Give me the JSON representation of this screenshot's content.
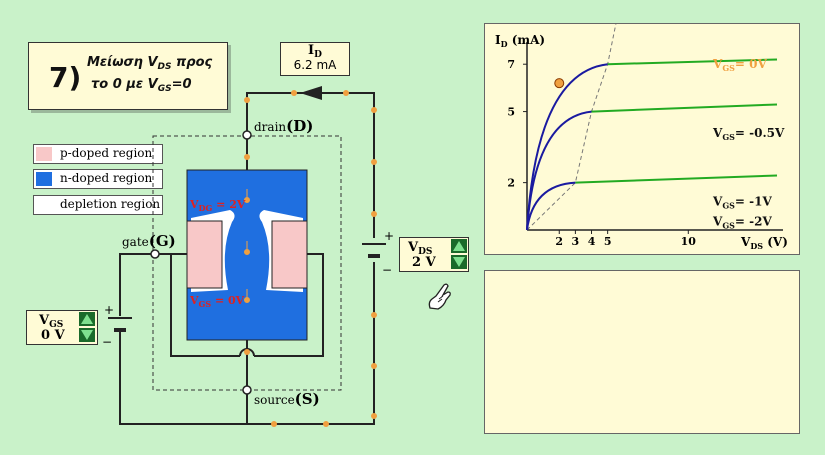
{
  "step": {
    "number": "7)",
    "line1": "Μείωση V",
    "line1_sub": "DS",
    "line1_end": " προς",
    "line2": "το 0 με V",
    "line2_sub": "GS",
    "line2_end": "=0"
  },
  "legend": [
    {
      "label": "p-doped region",
      "color": "#f8c8c8"
    },
    {
      "label": "n-doped region",
      "color": "#1f6fe0"
    },
    {
      "label": "depletion region",
      "color": "#ffffff"
    }
  ],
  "ammeter": {
    "label": "I",
    "sub": "D",
    "value": "6.2 mA"
  },
  "vds_source": {
    "label": "V",
    "sub": "DS",
    "value": "2 V"
  },
  "vgs_source": {
    "label": "V",
    "sub": "GS",
    "value": "0 V"
  },
  "terminals": {
    "drain": "drain",
    "drain_letter": "(D)",
    "gate": "gate",
    "gate_letter": "(G)",
    "source": "source",
    "source_letter": "(S)"
  },
  "channel_labels": {
    "vdg": "V",
    "vdg_sub": "DG",
    "vdg_end": " = 2V",
    "vgs": "V",
    "vgs_sub": "GS",
    "vgs_end": " = 0V"
  },
  "signs": {
    "plus": "+",
    "minus": "−"
  },
  "colors": {
    "n_region": "#1f6fe0",
    "p_region": "#f8c8c8",
    "wire": "#222222",
    "node": "#f0a040",
    "curve_blue": "#1a1aa0",
    "curve_green": "#22aa22",
    "highlight": "#f0a040",
    "label_red": "#dd2222"
  },
  "chart_data": {
    "type": "line",
    "xlabel": "V",
    "xlabel_sub": "DS",
    "xlabel_unit": " (V)",
    "ylabel": "I",
    "ylabel_sub": "D",
    "ylabel_unit": " (mA)",
    "xlim": [
      0,
      15.5
    ],
    "ylim": [
      0,
      7.6
    ],
    "x_ticks": [
      2,
      3,
      4,
      5,
      10
    ],
    "y_ticks": [
      2,
      5,
      7
    ],
    "series": [
      {
        "name": "VGS=0V",
        "name_main": "V",
        "name_sub": "GS",
        "name_end": "= 0V",
        "saturation_voltage": 5,
        "saturation_current": 7,
        "end_current": 7.2,
        "highlight": true
      },
      {
        "name": "VGS=-0.5V",
        "name_main": "V",
        "name_sub": "GS",
        "name_end": "= -0.5V",
        "saturation_voltage": 4,
        "saturation_current": 5,
        "end_current": 5.3,
        "highlight": false
      },
      {
        "name": "VGS=-1V",
        "name_main": "V",
        "name_sub": "GS",
        "name_end": "= -1V",
        "saturation_voltage": 3,
        "saturation_current": 2,
        "end_current": 2.3,
        "highlight": false
      },
      {
        "name": "VGS=-2V",
        "name_main": "V",
        "name_sub": "GS",
        "name_end": "= -2V",
        "saturation_voltage": 0,
        "saturation_current": 0,
        "end_current": 0,
        "highlight": false
      }
    ],
    "operating_point": {
      "x": 2,
      "y": 6.2
    },
    "pinch_off_curve": [
      [
        0,
        0
      ],
      [
        3,
        2
      ],
      [
        4,
        5
      ],
      [
        5,
        7
      ],
      [
        5.6,
        9
      ]
    ],
    "grid": false
  }
}
